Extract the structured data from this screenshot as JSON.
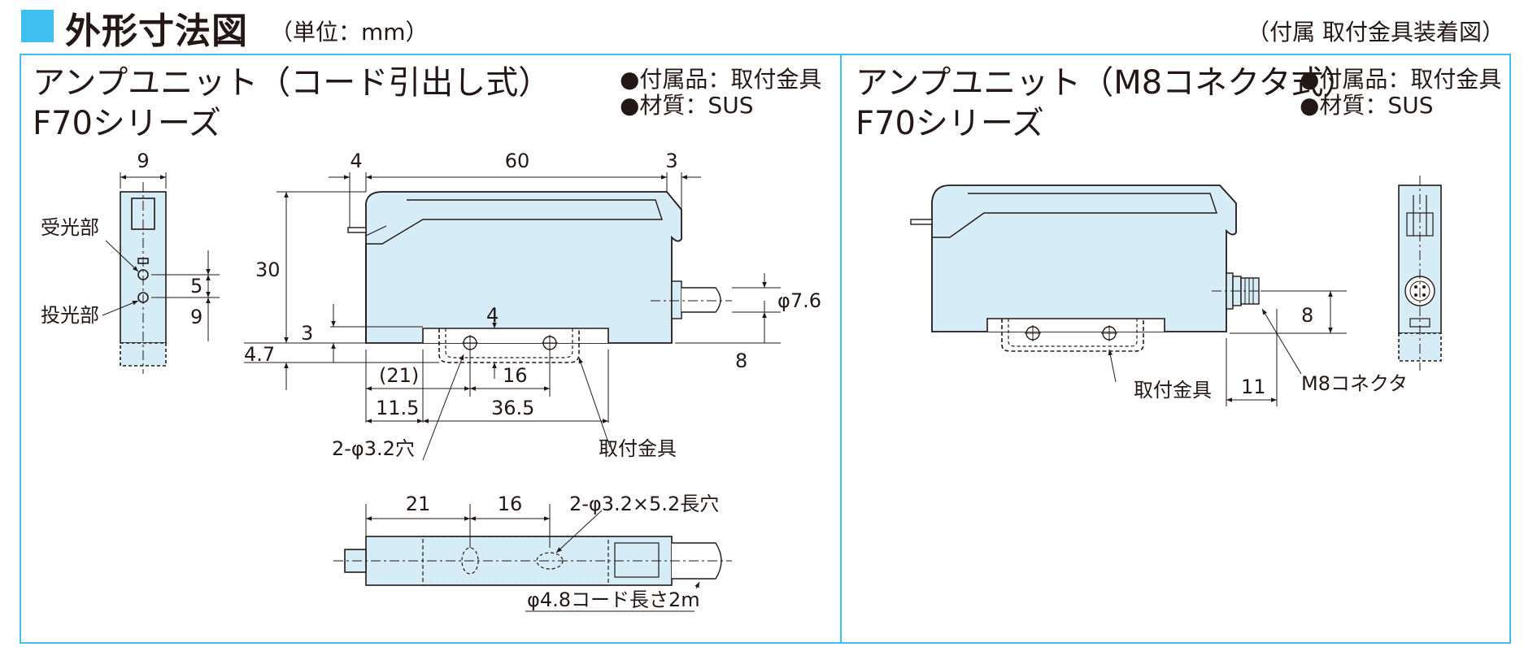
{
  "header": {
    "title": "外形寸法図",
    "unit": "（単位：mm）",
    "note": "（付属 取付金具装着図）",
    "accent_color": "#3fc1f0"
  },
  "left_panel": {
    "title_line1": "アンプユニット（コード引出し式）",
    "title_line2": "F70シリーズ",
    "note_accessory": "●付属品：取付金具",
    "note_material": "●材質：SUS",
    "labels": {
      "receiver": "受光部",
      "emitter": "投光部",
      "hole": "2-φ3.2穴",
      "bracket": "取付金具",
      "slot": "2-φ3.2×5.2長穴",
      "cord": "φ4.8コード長さ2m"
    },
    "dims": {
      "d9_top": "9",
      "d5": "5",
      "d9_side": "9",
      "d4_top": "4",
      "d60": "60",
      "d3_top": "3",
      "d30": "30",
      "d3_left": "3",
      "d4_7": "4.7",
      "d4_mid": "4",
      "d21_paren": "(21)",
      "d16": "16",
      "d11_5": "11.5",
      "d36_5": "36.5",
      "phi7_6": "φ7.6",
      "d8": "8",
      "d21_bottom": "21",
      "d16_bottom": "16"
    }
  },
  "right_panel": {
    "title_line1": "アンプユニット（M8コネクタ式）",
    "title_line2": "F70シリーズ",
    "note_accessory": "●付属品：取付金具",
    "note_material": "●材質：SUS",
    "labels": {
      "bracket": "取付金具",
      "connector": "M8コネクタ"
    },
    "dims": {
      "d8": "8",
      "d11": "11"
    }
  },
  "colors": {
    "body_fill": "#d6ecf7",
    "line": "#231815"
  }
}
